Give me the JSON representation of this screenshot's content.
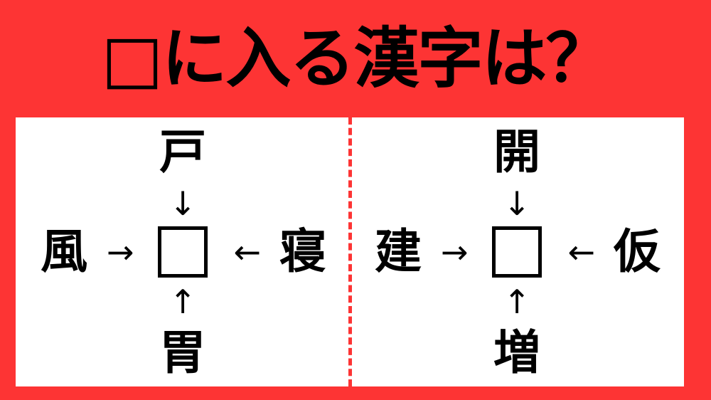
{
  "colors": {
    "background_red": "#fd3434",
    "card_white": "#ffffff",
    "ink_black": "#000000",
    "divider_red": "#fd3434"
  },
  "header": {
    "title": "□に入る漢字は？"
  },
  "puzzles": [
    {
      "id": "left-puzzle",
      "top": "戸",
      "left": "風",
      "right": "寝",
      "bottom": "胃",
      "center": "",
      "arrow_down": "↓",
      "arrow_up": "↑",
      "arrow_right": "→",
      "arrow_left": "←"
    },
    {
      "id": "right-puzzle",
      "top": "開",
      "left": "建",
      "right": "仮",
      "bottom": "増",
      "center": "",
      "arrow_down": "↓",
      "arrow_up": "↑",
      "arrow_right": "→",
      "arrow_left": "←"
    }
  ]
}
